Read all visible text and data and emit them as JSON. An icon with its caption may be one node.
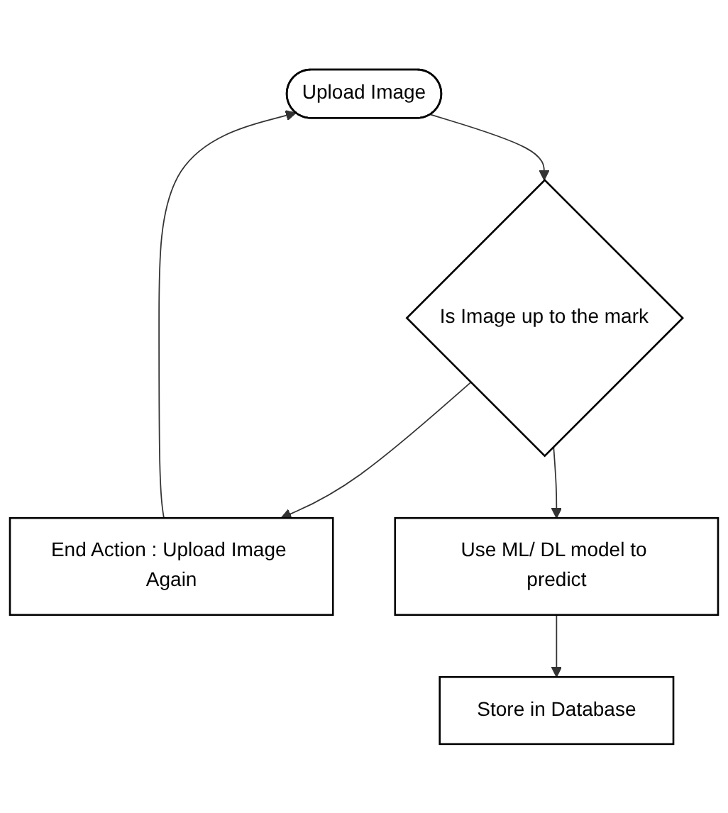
{
  "diagram": {
    "nodes": [
      {
        "text": [
          "Upload Image"
        ]
      },
      {
        "text": [
          "Is Image up to the mark"
        ]
      },
      {
        "text": [
          "End Action : Upload Image Again"
        ]
      },
      {
        "text": [
          "Use ML/ DL model to predict"
        ]
      },
      {
        "text": [
          "Store in Database"
        ]
      }
    ],
    "edges": [
      {
        "from": 0,
        "to": 1,
        "arrow": "to"
      },
      {
        "from": 1,
        "to": 2,
        "arrow": "to"
      },
      {
        "from": 2,
        "to": 0,
        "arrow": "to"
      },
      {
        "from": 1,
        "to": 3,
        "arrow": "to"
      },
      {
        "from": 3,
        "to": 4,
        "arrow": "to"
      }
    ]
  }
}
